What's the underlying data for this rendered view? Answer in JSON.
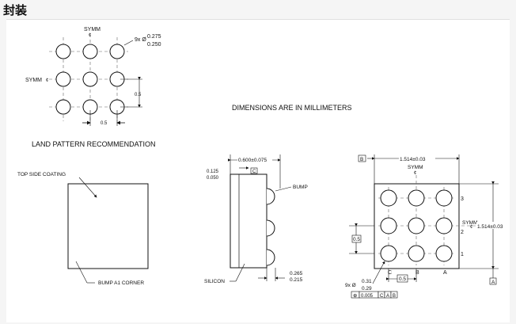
{
  "heading": "封装",
  "land_pattern": {
    "symm_top": "SYMM",
    "cl": "¢",
    "symm_left": "SYMM",
    "pad_count": "9x Ø",
    "pad_max": "0.275",
    "pad_min": "0.250",
    "pitch_v": "0.5",
    "pitch_h": "0.5",
    "caption": "LAND PATTERN RECOMMENDATION"
  },
  "dims_note": "DIMENSIONS ARE IN MILLIMETERS",
  "top_view": {
    "coating": "TOP SIDE COATING",
    "corner": "BUMP A1 CORNER"
  },
  "side_view": {
    "width": "0.600±0.075",
    "thick_max": "0.125",
    "thick_min": "0.050",
    "datum_c": "C",
    "bump": "BUMP",
    "silicon": "SILICON",
    "height_max": "0.265",
    "height_min": "0.215"
  },
  "bottom_view": {
    "datum_b": "B",
    "width": "1.514±0.03",
    "symm_top": "SYMM",
    "symm_right": "SYMM",
    "height": "1.514±0.03",
    "pitch_v": "0.5",
    "pitch_h": "0.5",
    "row1": "1",
    "row2": "2",
    "row3": "3",
    "colC": "C",
    "colB": "B",
    "colA": "A",
    "ball_count": "9x Ø",
    "ball_max": "0.31",
    "ball_min": "0.29",
    "datum_a": "A",
    "fcf_sym": "⊕",
    "fcf_tol": "0.005",
    "fcf_c": "C",
    "fcf_a": "A",
    "fcf_b": "B"
  }
}
